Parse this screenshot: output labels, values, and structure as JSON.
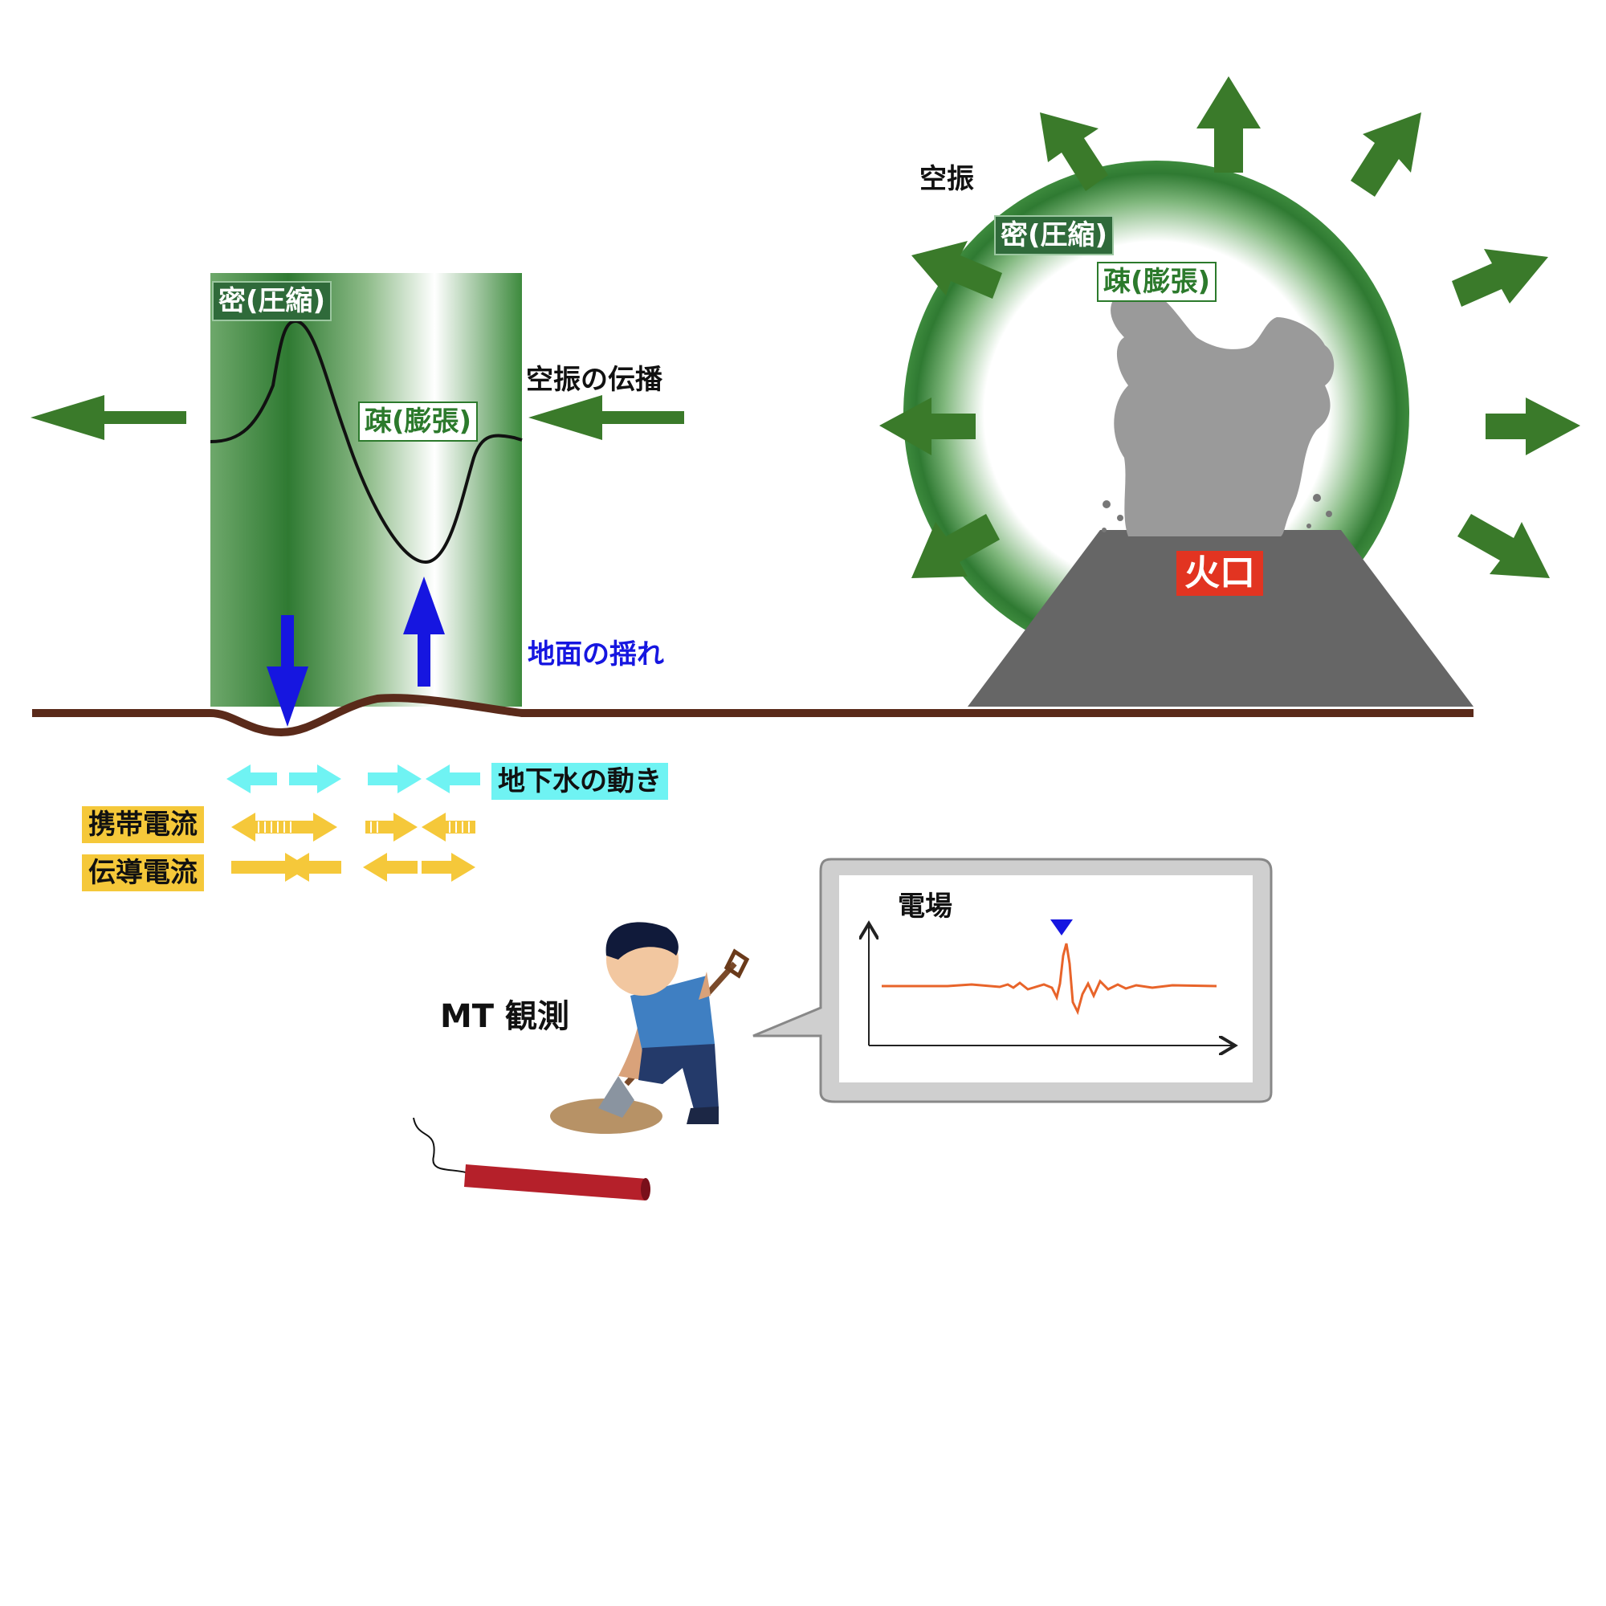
{
  "labels": {
    "left_dense": "密(圧縮)",
    "left_sparse": "疎(膨張)",
    "propagation": "空振の伝播",
    "ground_shaking": "地面の揺れ",
    "groundwater": "地下水の動き",
    "streaming_current": "携帯電流",
    "conduction_current": "伝導電流",
    "infrasound": "空振",
    "right_dense": "密(圧縮)",
    "right_sparse": "疎(膨張)",
    "crater": "火口",
    "mt_observation": "MT 観測",
    "electric_field": "電場"
  },
  "colors": {
    "wave_green": "#2e7a2e",
    "arrow_green": "#3a7a2a",
    "ground_brown": "#5a2a1a",
    "ground_arrow_blue": "#1616e0",
    "groundwater_cyan": "#6ff3f3",
    "current_yellow": "#f5c83a",
    "crater_red": "#e23421",
    "signal_orange": "#e8642a"
  },
  "icons": [
    "propagation-arrow-icon",
    "ground-motion-arrow-icon",
    "groundwater-arrow-icon",
    "current-arrow-icon",
    "volcano-icon",
    "ash-plume-icon",
    "observer-digging-icon",
    "dynamite-icon",
    "peak-marker-icon"
  ]
}
